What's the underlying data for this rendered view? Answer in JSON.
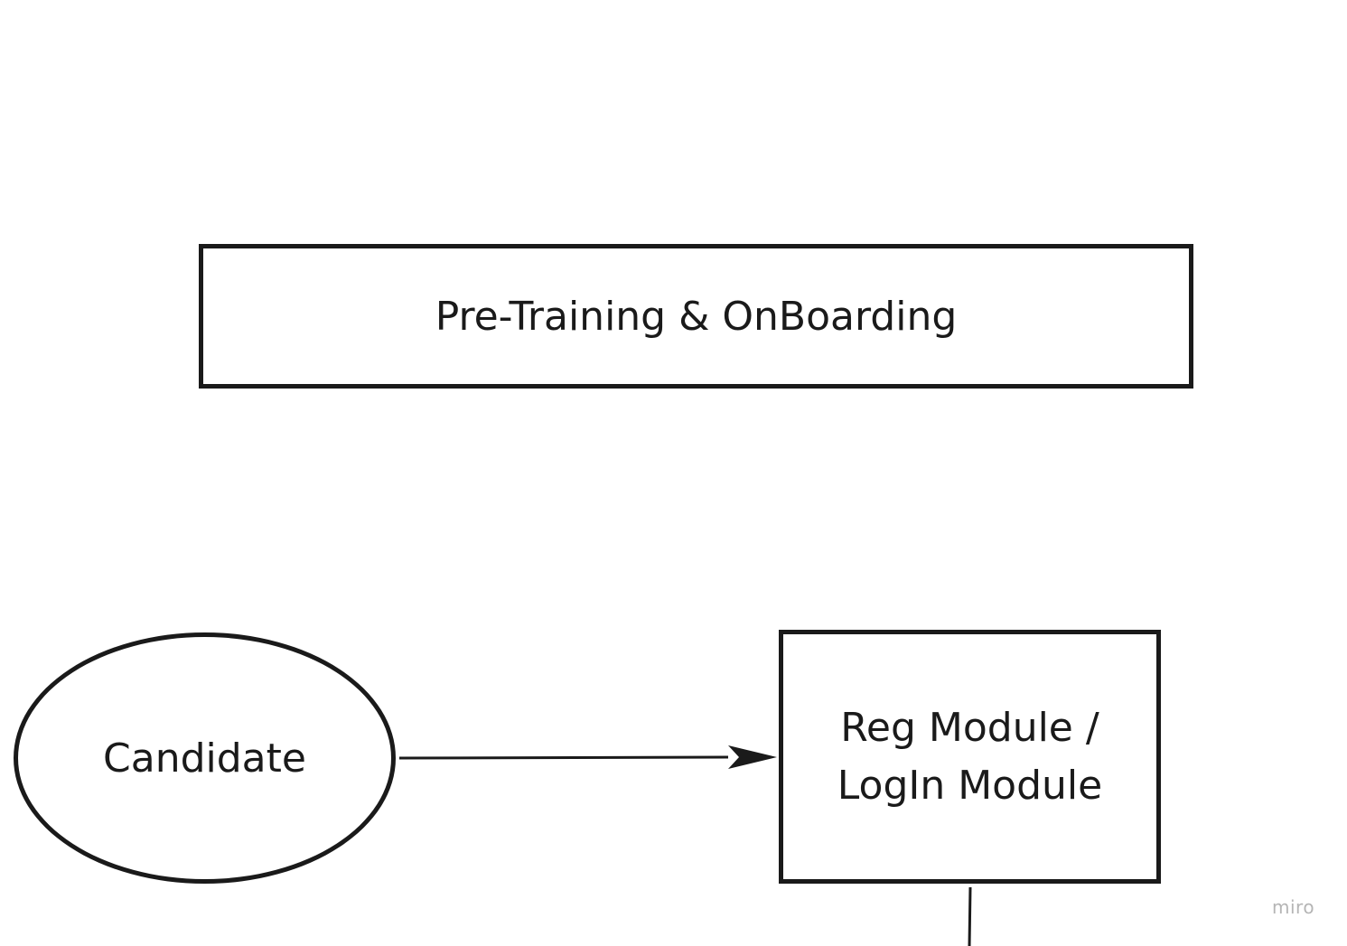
{
  "diagram": {
    "nodes": {
      "header": {
        "label": "Pre-Training & OnBoarding"
      },
      "candidate": {
        "label": "Candidate"
      },
      "reg_module": {
        "line1": "Reg Module /",
        "line2": "LogIn Module"
      }
    },
    "edges": [
      {
        "from": "candidate",
        "to": "reg_module",
        "arrow": "end"
      },
      {
        "from": "reg_module",
        "to": "offscreen-below",
        "arrow": "none"
      }
    ]
  },
  "watermark": "miro",
  "colors": {
    "stroke": "#1a1a1a",
    "background": "#ffffff",
    "watermark": "#b5b5b5"
  }
}
